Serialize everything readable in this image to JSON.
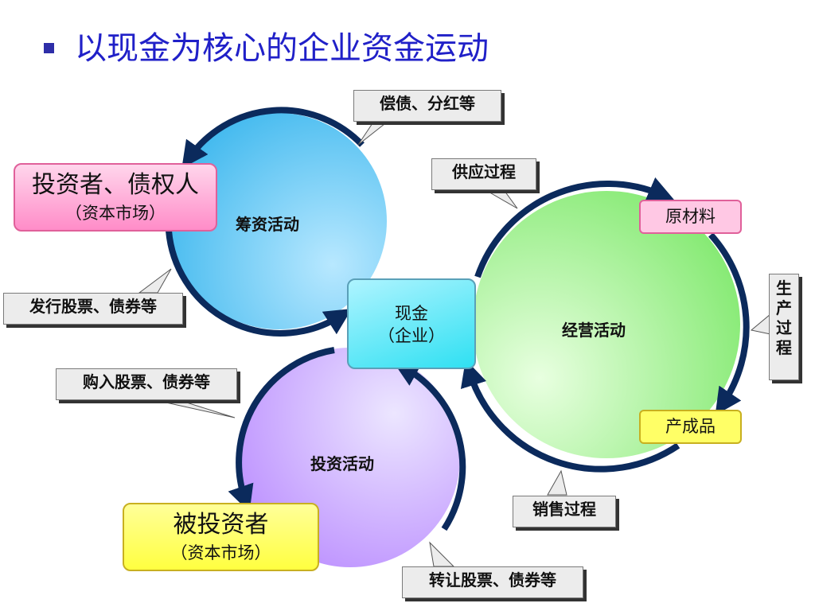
{
  "title": "以现金为核心的企业资金运动",
  "circles": {
    "financing": "筹资活动",
    "operating": "经营活动",
    "investing": "投资活动"
  },
  "center": {
    "line1": "现金",
    "line2": "（企业）"
  },
  "boxes": {
    "investor": {
      "line1": "投资者、债权人",
      "line2": "（资本市场）"
    },
    "investee": {
      "line1": "被投资者",
      "line2": "（资本市场）"
    },
    "raw_materials": "原材料",
    "finished_goods": "产成品"
  },
  "callouts": {
    "repay_debt": "偿债、分红等",
    "issue_stock": "发行股票、债券等",
    "supply_process": "供应过程",
    "production_process": [
      "生",
      "产",
      "过",
      "程"
    ],
    "buy_stock": "购入股票、债券等",
    "sales_process": "销售过程",
    "transfer_stock": "转让股票、债券等"
  },
  "colors": {
    "title": "#2020c8",
    "arrow": "#0b2a5c",
    "financing_circle": "#3fb8ee",
    "operating_circle": "#90f080",
    "investing_circle": "#c8a8ff",
    "center_box": "#33e0f0",
    "pink_box": "#ff9ad0",
    "yellow_box": "#ffff66"
  }
}
